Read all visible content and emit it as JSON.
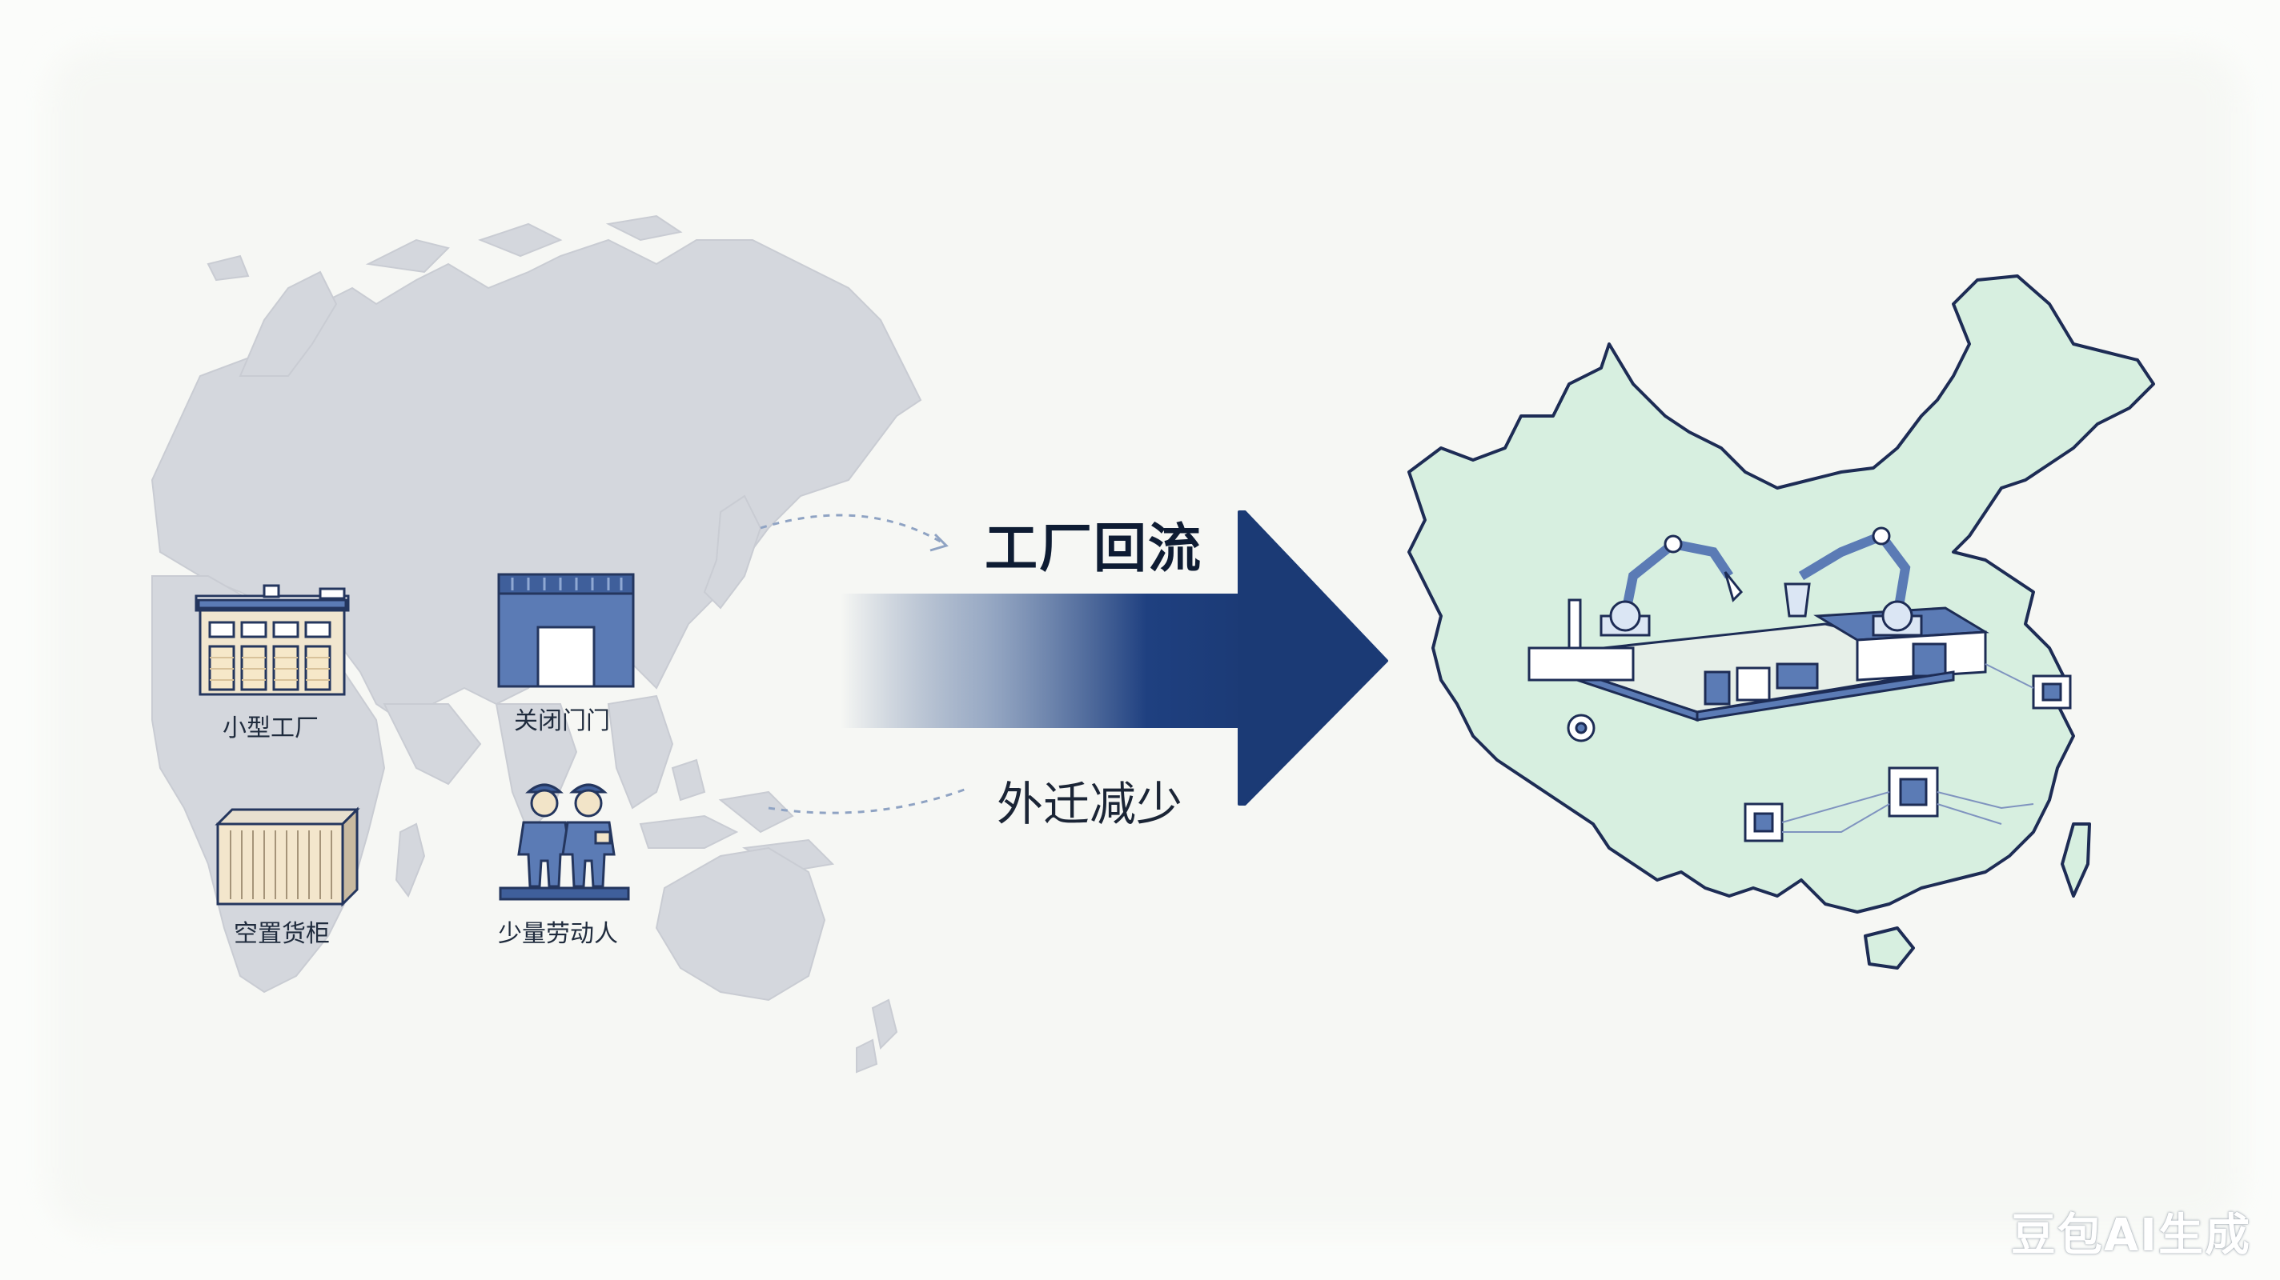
{
  "diagram": {
    "main_label": "工厂回流",
    "sub_label": "外迁减少",
    "left_icons": [
      {
        "id": "small-factory",
        "label": "小型工厂"
      },
      {
        "id": "closed-gate",
        "label": "关闭门门"
      },
      {
        "id": "empty-container",
        "label": "空置货柜"
      },
      {
        "id": "few-workers",
        "label": "少量劳动人"
      }
    ]
  },
  "watermark": "豆包AI生成",
  "colors": {
    "navy": "#1e3f7a",
    "icon_blue": "#5577b2",
    "map_gray": "#d3d6dc",
    "china_green": "#d7efe0",
    "china_border": "#1d2c55"
  }
}
